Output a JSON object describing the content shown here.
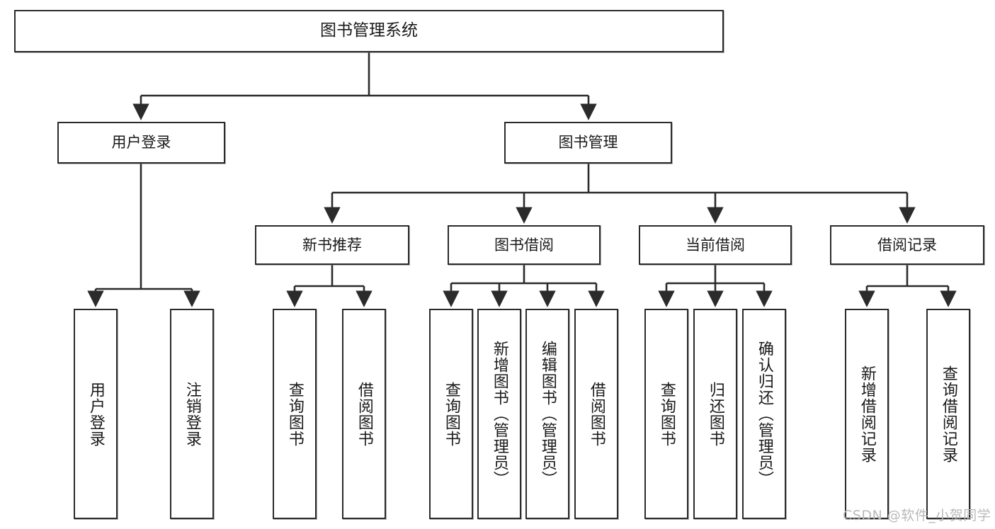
{
  "diagram": {
    "type": "tree",
    "title": "图书管理系统",
    "orientation": "top-down",
    "colors": {
      "background": "#ffffff",
      "box_border": "#2b2b2b",
      "box_fill": "#ffffff",
      "connector": "#2b2b2b",
      "text": "#1a1a1a",
      "watermark": "#b9b9b9"
    },
    "root": {
      "id": "root",
      "label": "图书管理系统"
    },
    "level1": [
      {
        "id": "user-login",
        "label": "用户登录"
      },
      {
        "id": "book-manage",
        "label": "图书管理"
      }
    ],
    "level2": [
      {
        "id": "new-book-rec",
        "label": "新书推荐"
      },
      {
        "id": "book-borrow",
        "label": "图书借阅"
      },
      {
        "id": "current-borrow",
        "label": "当前借阅"
      },
      {
        "id": "borrow-record",
        "label": "借阅记录"
      }
    ],
    "leaves": {
      "user_login": [
        {
          "id": "leaf-user-login",
          "label": "用户登录"
        },
        {
          "id": "leaf-logout",
          "label": "注销登录"
        }
      ],
      "new_book_rec": [
        {
          "id": "leaf-query-book-1",
          "label": "查询图书"
        },
        {
          "id": "leaf-borrow-book-1",
          "label": "借阅图书"
        }
      ],
      "book_borrow": [
        {
          "id": "leaf-query-book-2",
          "label": "查询图书"
        },
        {
          "id": "leaf-add-book",
          "label": "新增图书（管理员）"
        },
        {
          "id": "leaf-edit-book",
          "label": "编辑图书（管理员）"
        },
        {
          "id": "leaf-borrow-book-2",
          "label": "借阅图书"
        }
      ],
      "current_borrow": [
        {
          "id": "leaf-query-book-3",
          "label": "查询图书"
        },
        {
          "id": "leaf-return-book",
          "label": "归还图书"
        },
        {
          "id": "leaf-confirm-return",
          "label": "确认归还（管理员）"
        }
      ],
      "borrow_record": [
        {
          "id": "leaf-add-record",
          "label": "新增借阅记录"
        },
        {
          "id": "leaf-query-record",
          "label": "查询借阅记录"
        }
      ]
    }
  },
  "watermark": {
    "text": "CSDN @软件_小贺同学"
  }
}
